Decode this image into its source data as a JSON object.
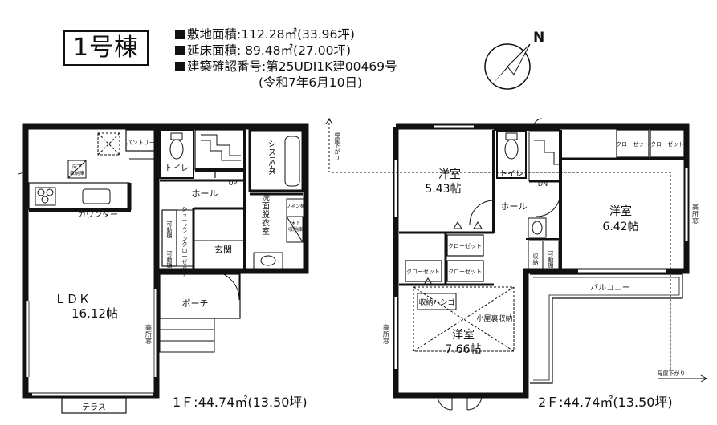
{
  "header": {
    "building": "1号棟",
    "site_area": "敷地面積:112.28㎡(33.96坪)",
    "floor_area": "延床面積: 89.48㎡(27.00坪)",
    "permit": "建築確認番号:第25UDI1K建00469号",
    "permit_date": "(令和7年6月10日)"
  },
  "compass": {
    "label": "N"
  },
  "floor1": {
    "area": "1Ｆ:44.74㎡(13.50坪)",
    "rooms": {
      "ldk": "ＬＤＫ",
      "ldk_size": "16.12帖",
      "pantry": "パントリー",
      "underfloor1": "床下",
      "underfloor2": "収納庫",
      "counter": "カウンター",
      "terrace": "テラス",
      "toilet": "トイレ",
      "hall": "ホール",
      "up": "UP",
      "bath1": "システム",
      "bath2": "バス",
      "washroom": "洗面脱衣室",
      "linen": "リネン棚",
      "storage_shelf": "可動棚",
      "shoe_closet": "シューズインクローゼット",
      "entrance": "玄関",
      "porch": "ポーチ",
      "high_window": "高所窓"
    }
  },
  "floor2": {
    "area": "2Ｆ:44.74㎡(13.50坪)",
    "rooms": {
      "western1": "洋室",
      "western1_size": "5.43帖",
      "western2": "洋室",
      "western2_size": "6.42帖",
      "western3": "洋室",
      "western3_size": "7.66帖",
      "toilet": "トイレ",
      "dn": "DN",
      "hall": "ホール",
      "closet": "クローゼット",
      "storage": "収納",
      "storage_shelf": "可動棚",
      "balcony": "バルコニー",
      "ladder": "収納ハシゴ",
      "attic": "小屋裏収納",
      "high_window": "高所窓"
    }
  },
  "annotations": {
    "roof_down": "母屋下がり"
  }
}
